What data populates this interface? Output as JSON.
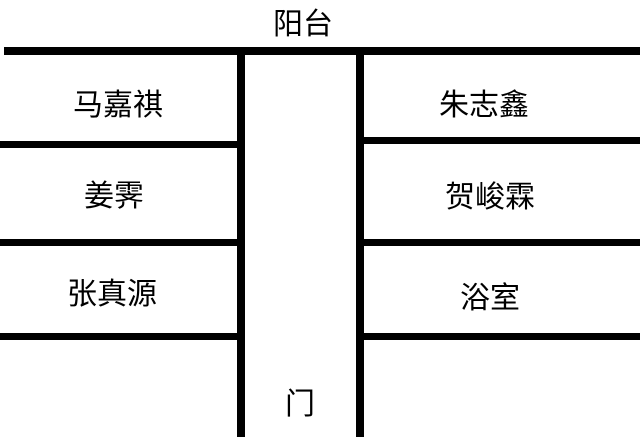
{
  "floor_plan": {
    "balcony_label": "阳台",
    "door_label": "门",
    "left_rooms": [
      {
        "label": "马嘉祺"
      },
      {
        "label": "姜霁"
      },
      {
        "label": "张真源"
      }
    ],
    "right_rooms": [
      {
        "label": "朱志鑫"
      },
      {
        "label": "贺峻霖"
      },
      {
        "label": "浴室"
      }
    ]
  },
  "colors": {
    "wall": "#000000",
    "background": "#ffffff",
    "text": "#000000"
  }
}
